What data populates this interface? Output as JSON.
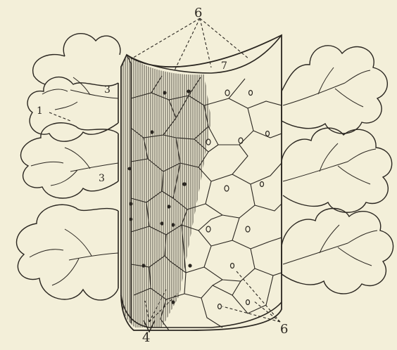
{
  "figure": {
    "background": "#f3efd9",
    "ink": "#2a2620",
    "shade": "#8a8578",
    "labels": {
      "top": "6",
      "top_inner": "7",
      "left_upper": "3",
      "left_mid": "1",
      "left_mid2": "3",
      "bottom_left": "4",
      "bottom_right": "6"
    }
  }
}
